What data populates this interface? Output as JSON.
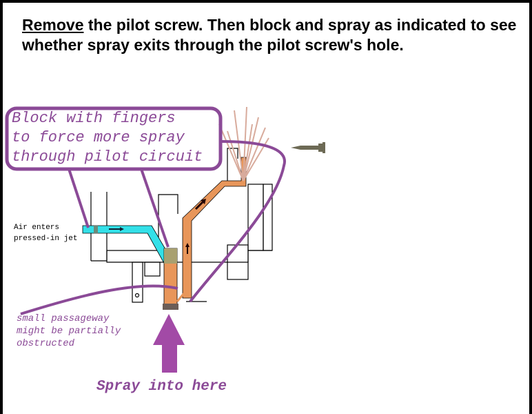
{
  "title": {
    "emphasis": "Remove",
    "rest": " the pilot screw. Then block and spray as indicated to see whether spray exits through the pilot screw's hole."
  },
  "callout": {
    "lines": [
      "Block with fingers",
      "to force more spray",
      "through pilot circuit"
    ]
  },
  "air_label": {
    "lines": [
      "Air enters",
      "pressed-in jet"
    ]
  },
  "passage_label": {
    "lines": [
      "small passageway",
      "might be partially",
      "obstructed"
    ]
  },
  "spray_label": "Spray into here",
  "colors": {
    "purple": "#8b4a97",
    "cyan": "#33e0e8",
    "orange": "#e8965a",
    "spray": "#d8ab9c"
  }
}
